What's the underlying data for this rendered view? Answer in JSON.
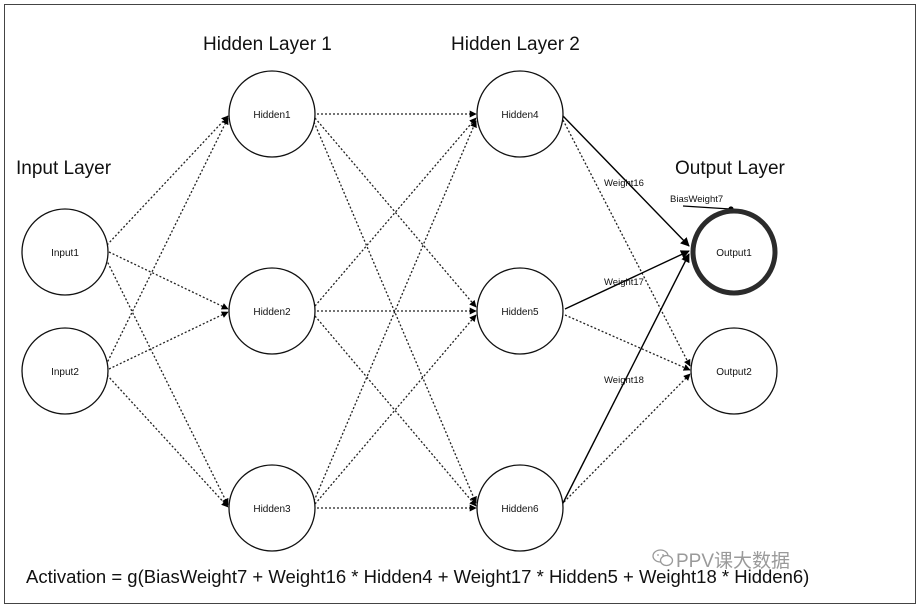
{
  "layers": {
    "input": "Input Layer",
    "hidden1": "Hidden Layer 1",
    "hidden2": "Hidden Layer 2",
    "output": "Output Layer"
  },
  "nodes": {
    "input1": "Input1",
    "input2": "Input2",
    "hidden1": "Hidden1",
    "hidden2": "Hidden2",
    "hidden3": "Hidden3",
    "hidden4": "Hidden4",
    "hidden5": "Hidden5",
    "hidden6": "Hidden6",
    "output1": "Output1",
    "output2": "Output2"
  },
  "weights": {
    "w16": "Weight16",
    "w17": "Weight17",
    "w18": "Weight18",
    "bias7": "BiasWeight7"
  },
  "formula": "Activation = g(BiasWeight7 + Weight16 * Hidden4 + Weight17 * Hidden5 + Weight18 * Hidden6)",
  "watermark": "PPV课大数据",
  "icons": {
    "watermark": "wechat-icon"
  }
}
